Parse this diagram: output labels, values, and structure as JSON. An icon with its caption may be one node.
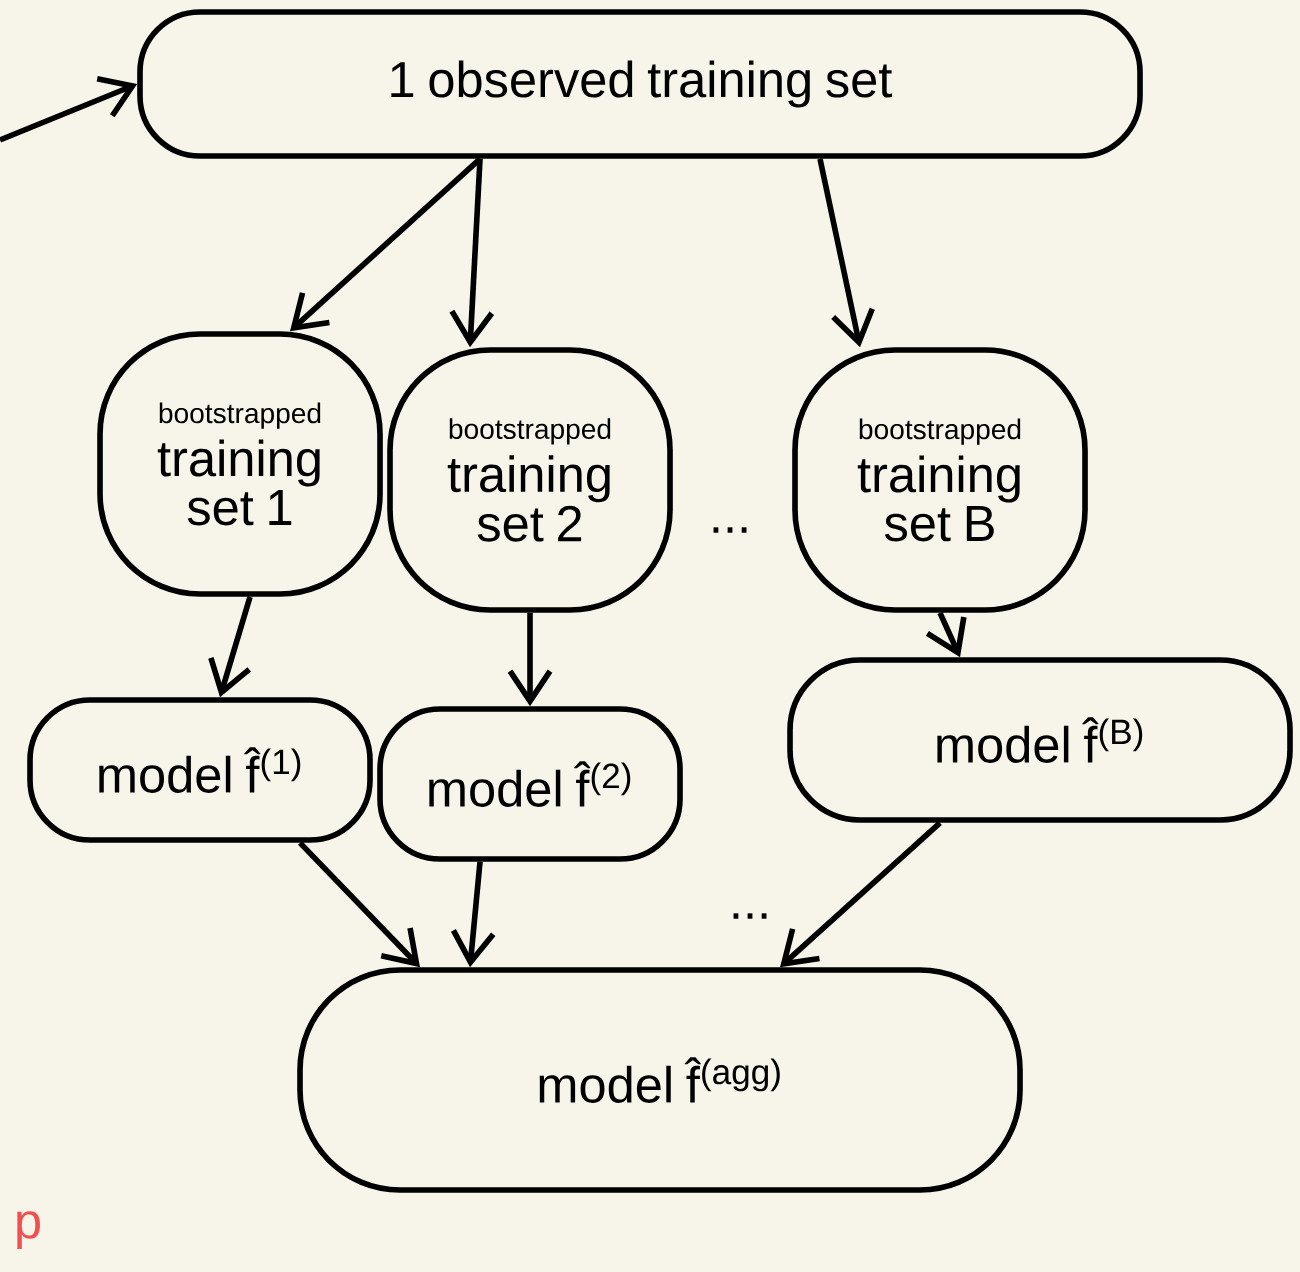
{
  "diagram": {
    "nodes": [
      {
        "text": [
          "1 observed training set"
        ]
      },
      {
        "text": [
          "bootstrapped",
          "training set 1"
        ]
      },
      {
        "text": [
          "bootstrapped",
          "training set 2"
        ]
      },
      {
        "text": [
          "bootstrapped",
          "training set B"
        ]
      },
      {
        "text": [
          "model f̂$^{(1)}$"
        ]
      },
      {
        "text": [
          "model f̂$^{(2)}$"
        ]
      },
      {
        "text": [
          "model f̂$^{(B)}$"
        ]
      },
      {
        "text": [
          "model f̂$^{(agg)}$"
        ]
      }
    ],
    "edges": [
      {
        "from": null,
        "to": 0,
        "arrow": "to"
      },
      {
        "from": 0,
        "to": 1,
        "arrow": "to"
      },
      {
        "from": 0,
        "to": 2,
        "arrow": "to"
      },
      {
        "from": 0,
        "to": 3,
        "arrow": "to"
      },
      {
        "from": 1,
        "to": 4,
        "arrow": "to"
      },
      {
        "from": 2,
        "to": 5,
        "arrow": "to"
      },
      {
        "from": 3,
        "to": 6,
        "arrow": "to"
      },
      {
        "from": 4,
        "to": 7,
        "arrow": "to"
      },
      {
        "from": 5,
        "to": 7,
        "arrow": "to"
      },
      {
        "from": 6,
        "to": 7,
        "arrow": "to"
      }
    ],
    "labels": [
      "...",
      "...",
      "p"
    ]
  }
}
